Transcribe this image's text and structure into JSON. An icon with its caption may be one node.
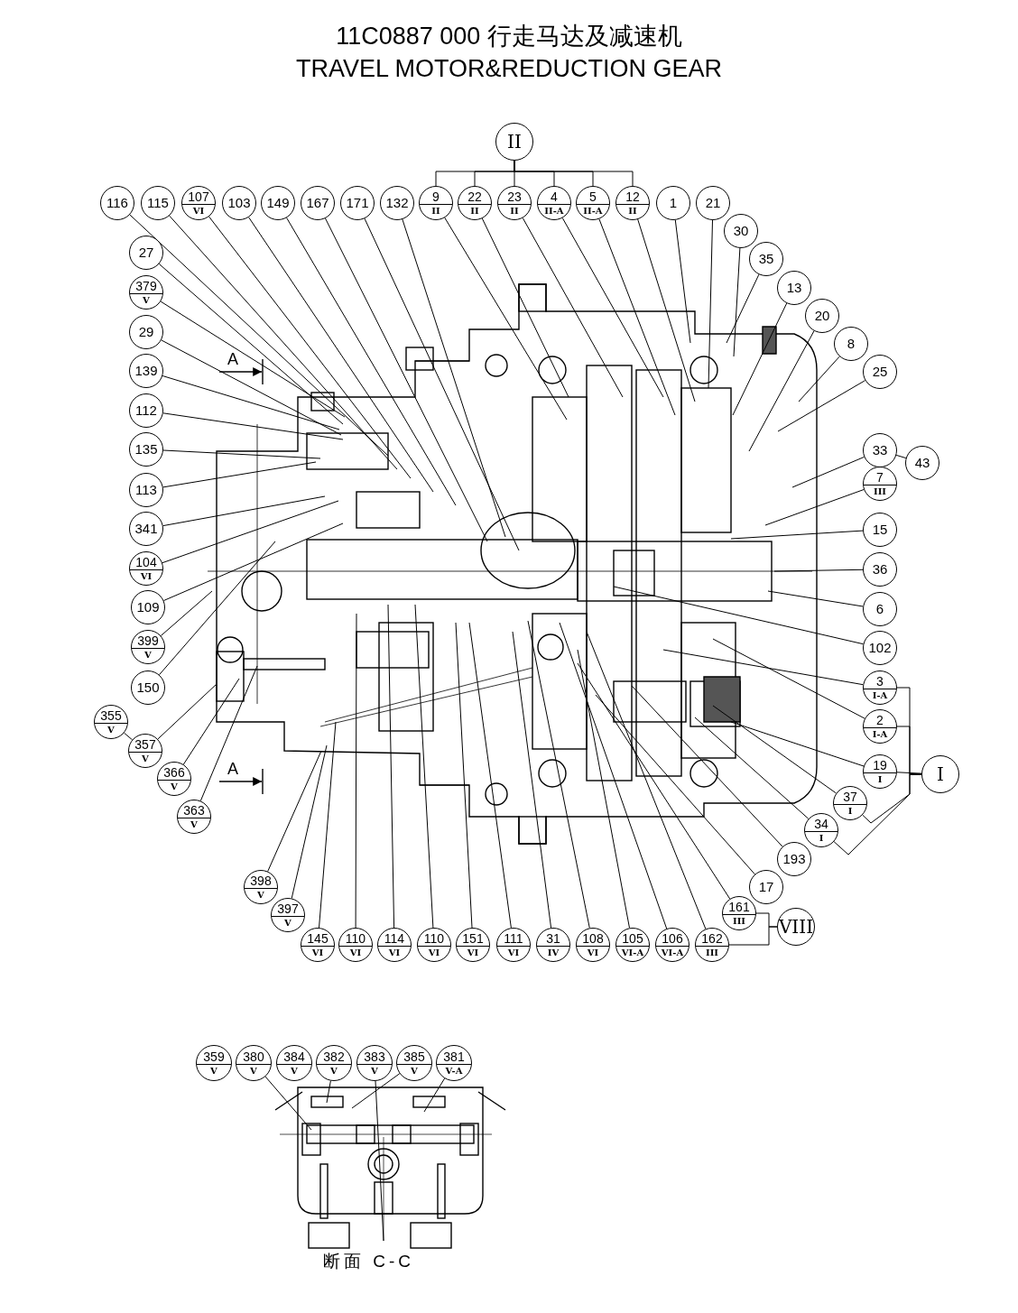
{
  "diagram": {
    "title": "11C0887 000 行走马达及减速机 TRAVEL MOTOR&REDUCTION GEAR",
    "nodes": [
      {
        "text": [
          "II"
        ]
      },
      {
        "text": [
          "116"
        ]
      },
      {
        "text": [
          "115"
        ]
      },
      {
        "text": [
          "107",
          "VI"
        ]
      },
      {
        "text": [
          "103"
        ]
      },
      {
        "text": [
          "149"
        ]
      },
      {
        "text": [
          "167"
        ]
      },
      {
        "text": [
          "171"
        ]
      },
      {
        "text": [
          "132"
        ]
      },
      {
        "text": [
          "9",
          "II"
        ]
      },
      {
        "text": [
          "22",
          "II"
        ]
      },
      {
        "text": [
          "23",
          "II"
        ]
      },
      {
        "text": [
          "4",
          "II-A"
        ]
      },
      {
        "text": [
          "5",
          "II-A"
        ]
      },
      {
        "text": [
          "12",
          "II"
        ]
      },
      {
        "text": [
          "1"
        ]
      },
      {
        "text": [
          "21"
        ]
      },
      {
        "text": [
          "30"
        ]
      },
      {
        "text": [
          "35"
        ]
      },
      {
        "text": [
          "13"
        ]
      },
      {
        "text": [
          "20"
        ]
      },
      {
        "text": [
          "8"
        ]
      },
      {
        "text": [
          "25"
        ]
      },
      {
        "text": [
          "33"
        ]
      },
      {
        "text": [
          "43"
        ]
      },
      {
        "text": [
          "7",
          "III"
        ]
      },
      {
        "text": [
          "15"
        ]
      },
      {
        "text": [
          "36"
        ]
      },
      {
        "text": [
          "6"
        ]
      },
      {
        "text": [
          "102"
        ]
      },
      {
        "text": [
          "3",
          "I-A"
        ]
      },
      {
        "text": [
          "2",
          "I-A"
        ]
      },
      {
        "text": [
          "19",
          "I"
        ]
      },
      {
        "text": [
          "I"
        ]
      },
      {
        "text": [
          "37",
          "I"
        ]
      },
      {
        "text": [
          "34",
          "I"
        ]
      },
      {
        "text": [
          "193"
        ]
      },
      {
        "text": [
          "17"
        ]
      },
      {
        "text": [
          "161",
          "III"
        ]
      },
      {
        "text": [
          "VIII"
        ]
      },
      {
        "text": [
          "27"
        ]
      },
      {
        "text": [
          "379",
          "V"
        ]
      },
      {
        "text": [
          "29"
        ]
      },
      {
        "text": [
          "139"
        ]
      },
      {
        "text": [
          "112"
        ]
      },
      {
        "text": [
          "135"
        ]
      },
      {
        "text": [
          "113"
        ]
      },
      {
        "text": [
          "341"
        ]
      },
      {
        "text": [
          "104",
          "VI"
        ]
      },
      {
        "text": [
          "109"
        ]
      },
      {
        "text": [
          "399",
          "V"
        ]
      },
      {
        "text": [
          "150"
        ]
      },
      {
        "text": [
          "355",
          "V"
        ]
      },
      {
        "text": [
          "357",
          "V"
        ]
      },
      {
        "text": [
          "366",
          "V"
        ]
      },
      {
        "text": [
          "363",
          "V"
        ]
      },
      {
        "text": [
          "398",
          "V"
        ]
      },
      {
        "text": [
          "397",
          "V"
        ]
      },
      {
        "text": [
          "145",
          "VI"
        ]
      },
      {
        "text": [
          "110",
          "VI"
        ]
      },
      {
        "text": [
          "114",
          "VI"
        ]
      },
      {
        "text": [
          "110",
          "VI"
        ]
      },
      {
        "text": [
          "151",
          "VI"
        ]
      },
      {
        "text": [
          "111",
          "VI"
        ]
      },
      {
        "text": [
          "31",
          "IV"
        ]
      },
      {
        "text": [
          "108",
          "VI"
        ]
      },
      {
        "text": [
          "105",
          "VI-A"
        ]
      },
      {
        "text": [
          "106",
          "VI-A"
        ]
      },
      {
        "text": [
          "162",
          "III"
        ]
      },
      {
        "text": [
          "359",
          "V"
        ]
      },
      {
        "text": [
          "380",
          "V"
        ]
      },
      {
        "text": [
          "384",
          "V"
        ]
      },
      {
        "text": [
          "382",
          "V"
        ]
      },
      {
        "text": [
          "383",
          "V"
        ]
      },
      {
        "text": [
          "385",
          "V"
        ]
      },
      {
        "text": [
          "381",
          "V-A"
        ]
      }
    ],
    "edges": [
      {
        "from": 0,
        "to": 9,
        "arrow": "none"
      },
      {
        "from": 0,
        "to": 10,
        "arrow": "none"
      },
      {
        "from": 0,
        "to": 11,
        "arrow": "none"
      },
      {
        "from": 0,
        "to": 12,
        "arrow": "none"
      },
      {
        "from": 0,
        "to": 13,
        "arrow": "none"
      },
      {
        "from": 0,
        "to": 14,
        "arrow": "none"
      },
      {
        "from": 1,
        "to": null,
        "arrow": "none"
      },
      {
        "from": 2,
        "to": null,
        "arrow": "none"
      },
      {
        "from": 3,
        "to": null,
        "arrow": "none"
      },
      {
        "from": 4,
        "to": null,
        "arrow": "none"
      },
      {
        "from": 5,
        "to": null,
        "arrow": "none"
      },
      {
        "from": 6,
        "to": null,
        "arrow": "none"
      },
      {
        "from": 7,
        "to": null,
        "arrow": "none"
      },
      {
        "from": 8,
        "to": null,
        "arrow": "none"
      },
      {
        "from": 9,
        "to": null,
        "arrow": "none"
      },
      {
        "from": 10,
        "to": null,
        "arrow": "none"
      },
      {
        "from": 11,
        "to": null,
        "arrow": "none"
      },
      {
        "from": 12,
        "to": null,
        "arrow": "none"
      },
      {
        "from": 13,
        "to": null,
        "arrow": "none"
      },
      {
        "from": 14,
        "to": null,
        "arrow": "none"
      },
      {
        "from": 15,
        "to": null,
        "arrow": "none"
      },
      {
        "from": 16,
        "to": null,
        "arrow": "none"
      },
      {
        "from": 17,
        "to": null,
        "arrow": "none"
      },
      {
        "from": 18,
        "to": null,
        "arrow": "none"
      },
      {
        "from": 19,
        "to": null,
        "arrow": "none"
      },
      {
        "from": 20,
        "to": null,
        "arrow": "none"
      },
      {
        "from": 21,
        "to": null,
        "arrow": "none"
      },
      {
        "from": 22,
        "to": null,
        "arrow": "none"
      },
      {
        "from": 23,
        "to": null,
        "arrow": "none"
      },
      {
        "from": 23,
        "to": 24,
        "arrow": "none"
      },
      {
        "from": 25,
        "to": null,
        "arrow": "none"
      },
      {
        "from": 26,
        "to": null,
        "arrow": "none"
      },
      {
        "from": 27,
        "to": null,
        "arrow": "none"
      },
      {
        "from": 28,
        "to": null,
        "arrow": "none"
      },
      {
        "from": 29,
        "to": null,
        "arrow": "none"
      },
      {
        "from": 30,
        "to": null,
        "arrow": "none"
      },
      {
        "from": 31,
        "to": null,
        "arrow": "none"
      },
      {
        "from": 32,
        "to": null,
        "arrow": "none"
      },
      {
        "from": 33,
        "to": 30,
        "arrow": "none"
      },
      {
        "from": 33,
        "to": 31,
        "arrow": "none"
      },
      {
        "from": 33,
        "to": 32,
        "arrow": "none"
      },
      {
        "from": 33,
        "to": 34,
        "arrow": "none"
      },
      {
        "from": 33,
        "to": 35,
        "arrow": "none"
      },
      {
        "from": 34,
        "to": null,
        "arrow": "none"
      },
      {
        "from": 35,
        "to": null,
        "arrow": "none"
      },
      {
        "from": 36,
        "to": null,
        "arrow": "none"
      },
      {
        "from": 37,
        "to": null,
        "arrow": "none"
      },
      {
        "from": 38,
        "to": null,
        "arrow": "none"
      },
      {
        "from": 39,
        "to": 38,
        "arrow": "none"
      },
      {
        "from": 39,
        "to": 68,
        "arrow": "none"
      },
      {
        "from": 40,
        "to": null,
        "arrow": "none"
      },
      {
        "from": 41,
        "to": null,
        "arrow": "none"
      },
      {
        "from": 42,
        "to": null,
        "arrow": "none"
      },
      {
        "from": 43,
        "to": null,
        "arrow": "none"
      },
      {
        "from": 44,
        "to": null,
        "arrow": "none"
      },
      {
        "from": 45,
        "to": null,
        "arrow": "none"
      },
      {
        "from": 46,
        "to": null,
        "arrow": "none"
      },
      {
        "from": 47,
        "to": null,
        "arrow": "none"
      },
      {
        "from": 48,
        "to": null,
        "arrow": "none"
      },
      {
        "from": 49,
        "to": null,
        "arrow": "none"
      },
      {
        "from": 50,
        "to": null,
        "arrow": "none"
      },
      {
        "from": 51,
        "to": null,
        "arrow": "none"
      },
      {
        "from": 52,
        "to": 53,
        "arrow": "none"
      },
      {
        "from": 53,
        "to": null,
        "arrow": "none"
      },
      {
        "from": 54,
        "to": null,
        "arrow": "none"
      },
      {
        "from": 55,
        "to": null,
        "arrow": "none"
      },
      {
        "from": 56,
        "to": null,
        "arrow": "none"
      },
      {
        "from": 57,
        "to": null,
        "arrow": "none"
      },
      {
        "from": 58,
        "to": null,
        "arrow": "none"
      },
      {
        "from": 59,
        "to": null,
        "arrow": "none"
      },
      {
        "from": 60,
        "to": null,
        "arrow": "none"
      },
      {
        "from": 61,
        "to": null,
        "arrow": "none"
      },
      {
        "from": 62,
        "to": null,
        "arrow": "none"
      },
      {
        "from": 63,
        "to": null,
        "arrow": "none"
      },
      {
        "from": 64,
        "to": null,
        "arrow": "none"
      },
      {
        "from": 65,
        "to": null,
        "arrow": "none"
      },
      {
        "from": 66,
        "to": null,
        "arrow": "none"
      },
      {
        "from": 67,
        "to": null,
        "arrow": "none"
      },
      {
        "from": 68,
        "to": null,
        "arrow": "none"
      },
      {
        "from": 70,
        "to": null,
        "arrow": "none"
      },
      {
        "from": 72,
        "to": null,
        "arrow": "none"
      },
      {
        "from": 73,
        "to": null,
        "arrow": "none"
      },
      {
        "from": 74,
        "to": null,
        "arrow": "none"
      },
      {
        "from": 75,
        "to": null,
        "arrow": "none"
      }
    ],
    "labels": [
      "A",
      "A",
      "断面 C-C"
    ]
  }
}
